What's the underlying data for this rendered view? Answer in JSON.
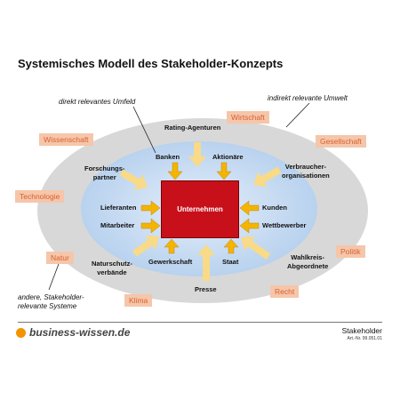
{
  "title": "Systemisches Modell des Stakeholder-Konzepts",
  "annotations": {
    "inner_env": "direkt relevantes Umfeld",
    "outer_env": "indirekt relevante Umwelt",
    "other_line1": "andere, Stakeholder-",
    "other_line2": "relevante Systeme"
  },
  "center": "Unternehmen",
  "outer_stakeholders": {
    "wirtschaft": "Wirtschaft",
    "wissenschaft": "Wissenschaft",
    "gesellschaft": "Gesellschaft",
    "technologie": "Technologie",
    "politik": "Politik",
    "natur": "Natur",
    "recht": "Recht",
    "klima": "Klima"
  },
  "inner_stakeholders": {
    "rating_agenturen": "Rating-Agenturen",
    "banken": "Banken",
    "aktionaere": "Aktionäre",
    "forschungspartner_1": "Forschungs-",
    "forschungspartner_2": "partner",
    "verbraucher_1": "Verbraucher-",
    "verbraucher_2": "organisationen",
    "lieferanten": "Lieferanten",
    "mitarbeiter": "Mitarbeiter",
    "kunden": "Kunden",
    "wettbewerber": "Wettbewerber",
    "naturschutz_1": "Naturschutz-",
    "naturschutz_2": "verbände",
    "gewerkschaft": "Gewerkschaft",
    "staat": "Staat",
    "wahlkreis_1": "Wahlkreis-",
    "wahlkreis_2": "Abgeordnete",
    "presse": "Presse"
  },
  "footer": {
    "brand": "business-wissen.de",
    "label": "Stakeholder",
    "article_no": "Art.-Nr. 99.051.01"
  },
  "colors": {
    "outer_ellipse": "#d9d9d9",
    "inner_ellipse": "#bcd5ef",
    "arrow": "#f8da87",
    "small_arrow": "#f4b400",
    "center": "#c8101a",
    "tag_bg": "#f5c6aa",
    "tag_text": "#d9602f",
    "brand_dot": "#f39300"
  }
}
